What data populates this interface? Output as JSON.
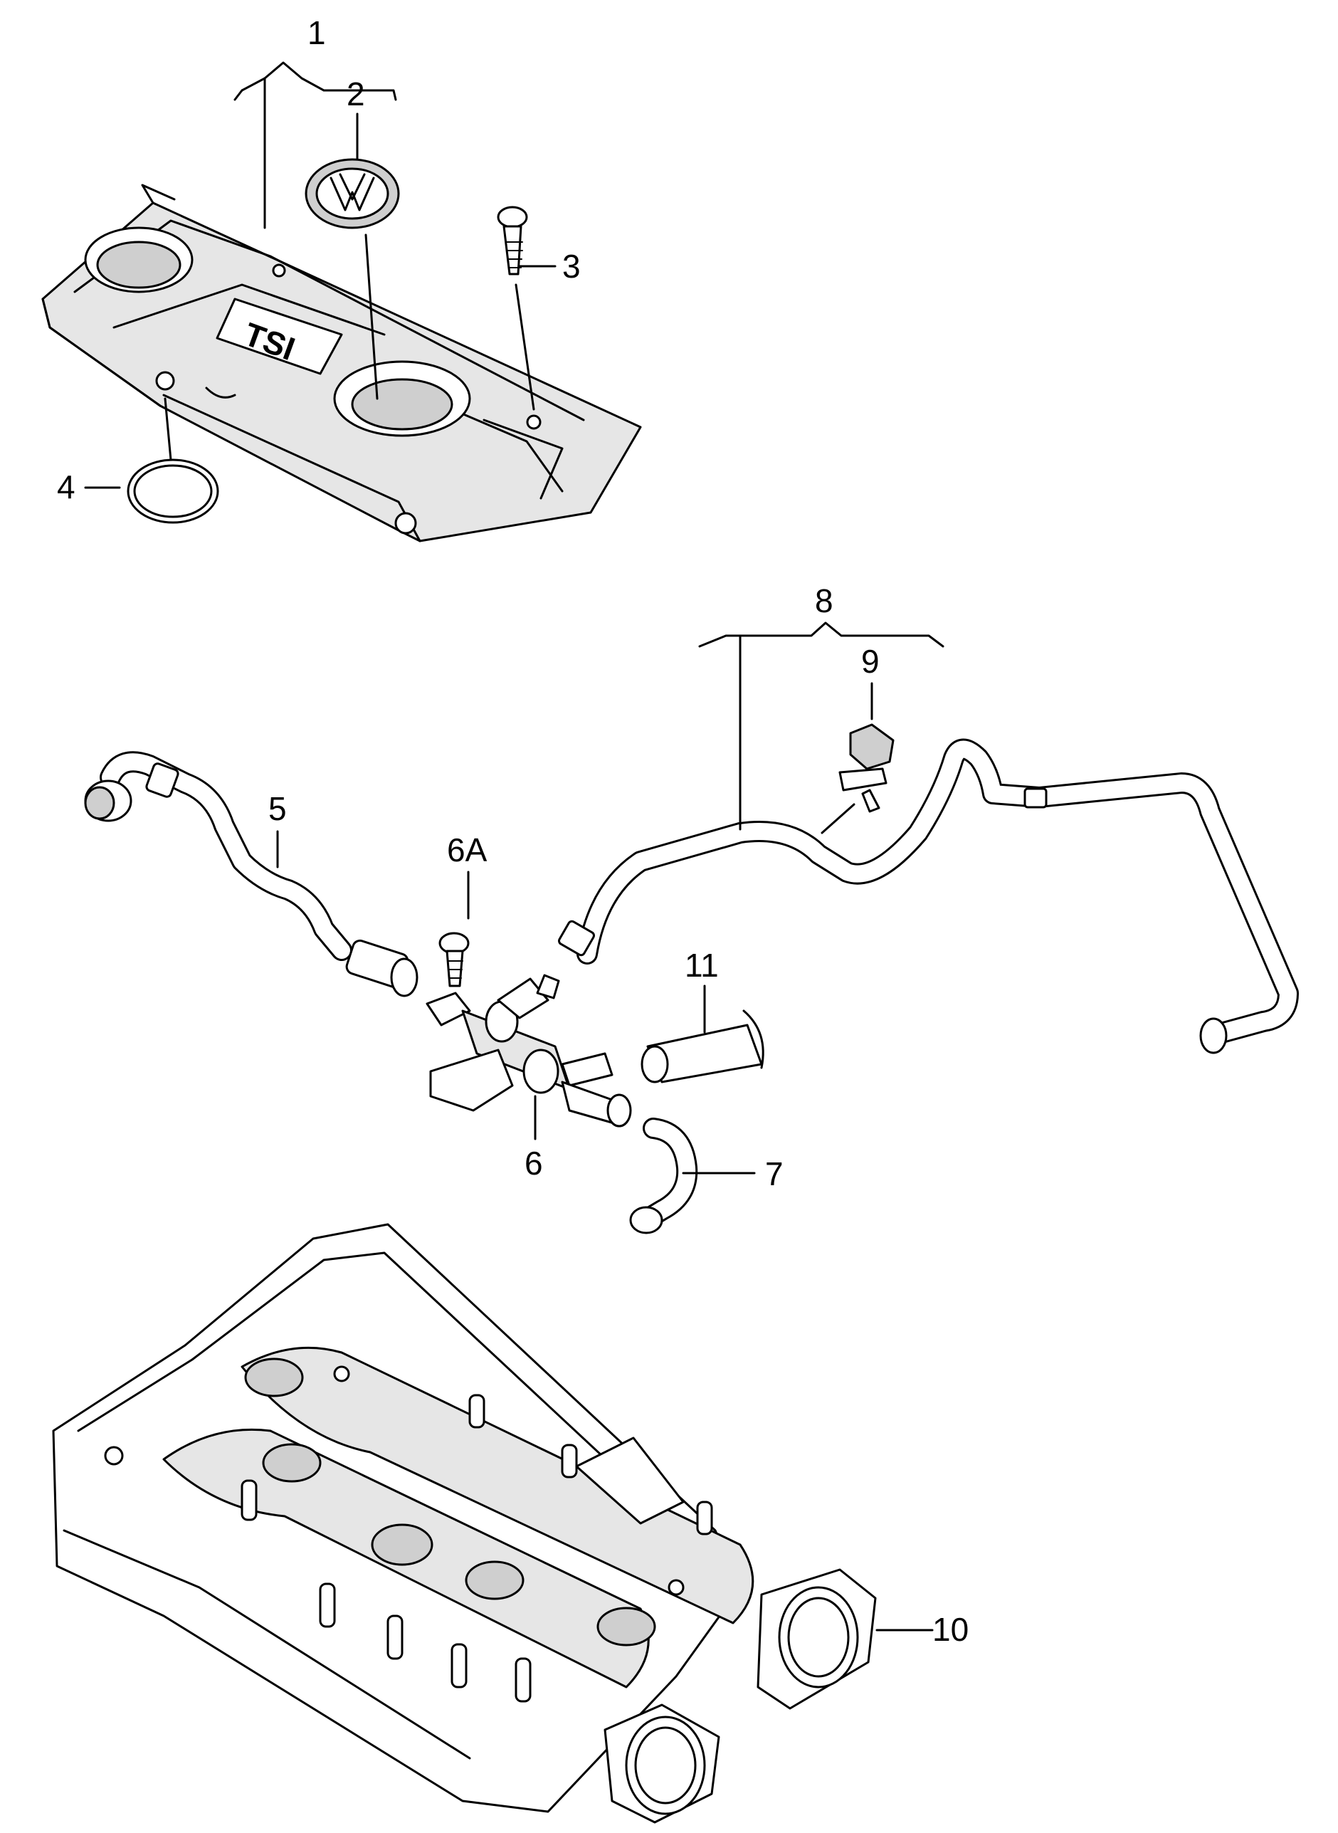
{
  "callouts": {
    "c1": "1",
    "c2": "2",
    "c3": "3",
    "c4": "4",
    "c5": "5",
    "c6a": "6A",
    "c6": "6",
    "c7": "7",
    "c8": "8",
    "c9": "9",
    "c10": "10",
    "c11": "11"
  },
  "cover": {
    "logo_text": "TSI",
    "brand_emblem": "vw-emblem"
  },
  "colors": {
    "line": "#000000",
    "background": "#ffffff",
    "cover_fill": "#e6e6e6"
  }
}
